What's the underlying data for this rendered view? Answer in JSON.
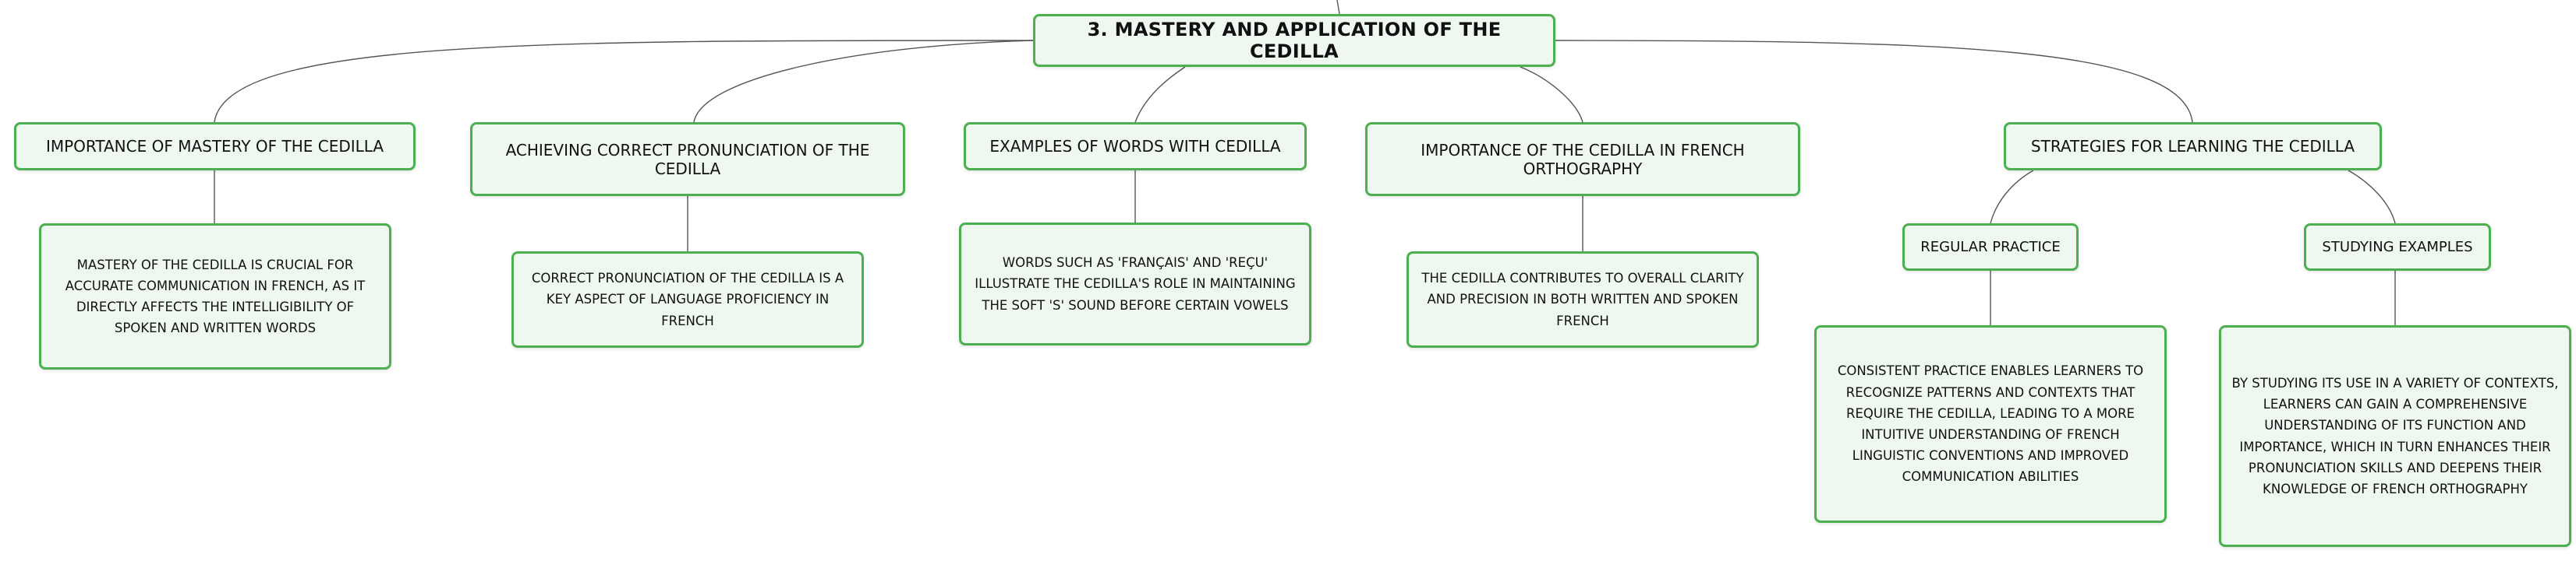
{
  "root": {
    "label": "3. MASTERY AND APPLICATION OF THE CEDILLA"
  },
  "branches": [
    {
      "label": "IMPORTANCE OF MASTERY OF THE CEDILLA",
      "detail": "MASTERY OF THE CEDILLA IS CRUCIAL FOR ACCURATE COMMUNICATION IN FRENCH, AS IT DIRECTLY AFFECTS THE INTELLIGIBILITY OF SPOKEN AND WRITTEN WORDS"
    },
    {
      "label": "ACHIEVING CORRECT PRONUNCIATION OF THE CEDILLA",
      "detail": "CORRECT PRONUNCIATION OF THE CEDILLA IS A KEY ASPECT OF LANGUAGE PROFICIENCY IN FRENCH"
    },
    {
      "label": "EXAMPLES OF WORDS WITH CEDILLA",
      "detail": "WORDS SUCH AS 'FRANÇAIS' AND 'REÇU' ILLUSTRATE THE CEDILLA'S ROLE IN MAINTAINING THE SOFT 'S' SOUND BEFORE CERTAIN VOWELS"
    },
    {
      "label": "IMPORTANCE OF THE CEDILLA IN FRENCH ORTHOGRAPHY",
      "detail": "THE CEDILLA CONTRIBUTES TO OVERALL CLARITY AND PRECISION IN BOTH WRITTEN AND SPOKEN FRENCH"
    },
    {
      "label": "STRATEGIES FOR LEARNING THE CEDILLA",
      "children": [
        {
          "label": "REGULAR PRACTICE",
          "detail": "CONSISTENT PRACTICE ENABLES LEARNERS TO RECOGNIZE PATTERNS AND CONTEXTS THAT REQUIRE THE CEDILLA, LEADING TO A MORE INTUITIVE UNDERSTANDING OF FRENCH LINGUISTIC CONVENTIONS AND IMPROVED COMMUNICATION ABILITIES"
        },
        {
          "label": "STUDYING EXAMPLES",
          "detail": "BY STUDYING ITS USE IN A VARIETY OF CONTEXTS, LEARNERS CAN GAIN A COMPREHENSIVE UNDERSTANDING OF ITS FUNCTION AND IMPORTANCE, WHICH IN TURN ENHANCES THEIR PRONUNCIATION SKILLS AND DEEPENS THEIR KNOWLEDGE OF FRENCH ORTHOGRAPHY"
        }
      ]
    }
  ]
}
